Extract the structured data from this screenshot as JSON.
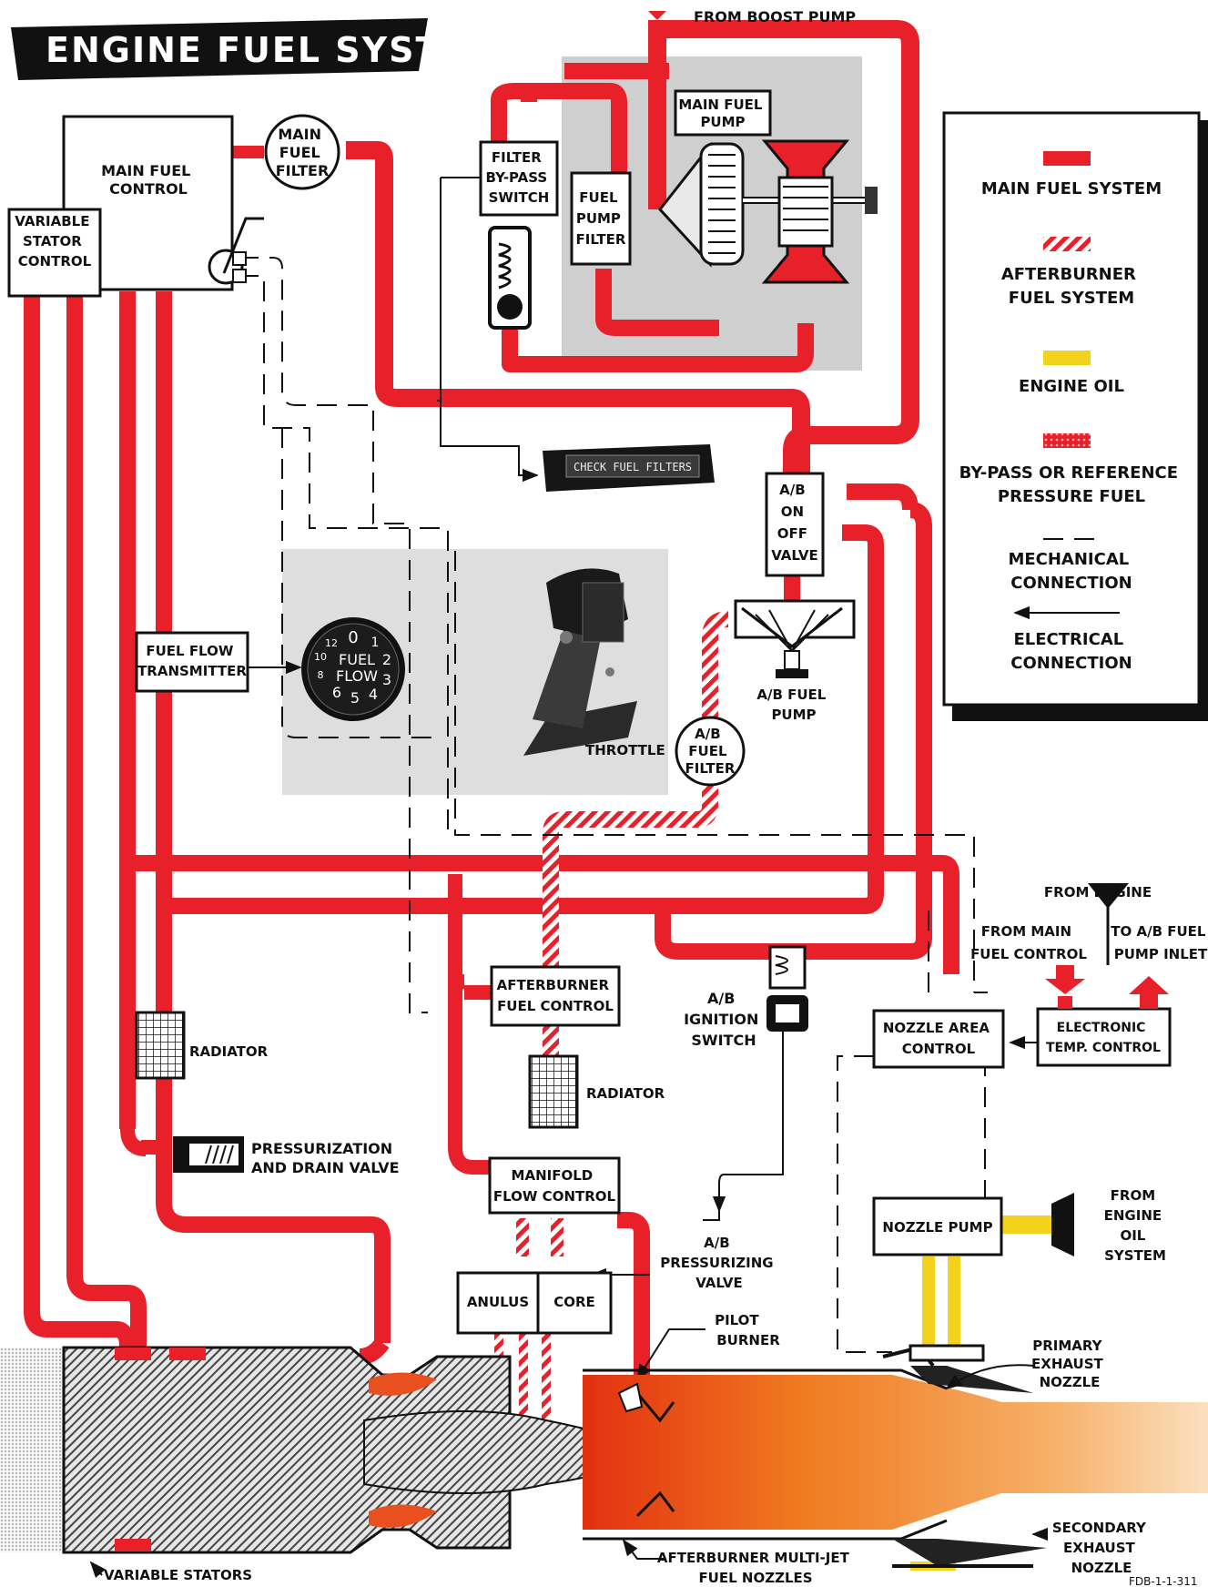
{
  "title": "ENGINE FUEL SYSTEM",
  "figure_id": "FDB-1-1-311",
  "colors": {
    "fuel": "#e8202a",
    "oil": "#f2d21b",
    "panel": "#dcdcdc",
    "ink": "#111111"
  },
  "components": {
    "boost_pump": "FROM BOOST PUMP",
    "main_fuel_pump": [
      "MAIN FUEL",
      "PUMP"
    ],
    "main_fuel_control": [
      "MAIN FUEL",
      "CONTROL"
    ],
    "main_fuel_filter": [
      "MAIN",
      "FUEL",
      "FILTER"
    ],
    "variable_stator_control": [
      "VARIABLE",
      "STATOR",
      "CONTROL"
    ],
    "filter_bypass_switch": [
      "FILTER",
      "BY-PASS",
      "SWITCH"
    ],
    "fuel_pump_filter": [
      "FUEL",
      "PUMP",
      "FILTER"
    ],
    "check_fuel_filters": "CHECK FUEL FILTERS",
    "ab_on_off_valve": [
      "A/B",
      "ON",
      "OFF",
      "VALVE"
    ],
    "ab_fuel_pump": [
      "A/B FUEL",
      "PUMP"
    ],
    "ab_fuel_filter": [
      "A/B",
      "FUEL",
      "FILTER"
    ],
    "fuel_flow_transmitter": [
      "FUEL FLOW",
      "TRANSMITTER"
    ],
    "throttle": "THROTTLE",
    "afterburner_fuel_control": [
      "AFTERBURNER",
      "FUEL CONTROL"
    ],
    "ab_ignition_switch": [
      "A/B",
      "IGNITION",
      "SWITCH"
    ],
    "radiator_left": "RADIATOR",
    "radiator_center": "RADIATOR",
    "pressurization_valve": [
      "PRESSURIZATION",
      "AND DRAIN VALVE"
    ],
    "manifold_flow_control": [
      "MANIFOLD",
      "FLOW CONTROL"
    ],
    "anulus": "ANULUS",
    "core": "CORE",
    "ab_pressurizing_valve": [
      "A/B",
      "PRESSURIZING",
      "VALVE"
    ],
    "pilot_burner": [
      "PILOT",
      "BURNER"
    ],
    "nozzle_area_control": [
      "NOZZLE AREA",
      "CONTROL"
    ],
    "electronic_temp_control": [
      "ELECTRONIC",
      "TEMP. CONTROL"
    ],
    "from_engine": "FROM ENGINE",
    "from_main_fuel_control": [
      "FROM MAIN",
      "FUEL CONTROL"
    ],
    "to_ab_fuel_pump_inlet": [
      "TO A/B FUEL",
      "PUMP INLET"
    ],
    "nozzle_pump": "NOZZLE PUMP",
    "from_engine_oil": [
      "FROM",
      "ENGINE",
      "OIL",
      "SYSTEM"
    ],
    "primary_exhaust_nozzle": [
      "PRIMARY",
      "EXHAUST",
      "NOZZLE"
    ],
    "secondary_exhaust_nozzle": [
      "SECONDARY",
      "EXHAUST",
      "NOZZLE"
    ],
    "variable_stators": "VARIABLE STATORS",
    "ab_multijet_nozzles": [
      "AFTERBURNER MULTI-JET",
      "FUEL NOZZLES"
    ]
  },
  "gauge": {
    "top": "0",
    "label1": "FUEL",
    "label2": "FLOW",
    "numbers": [
      "12",
      "1",
      "2",
      "3",
      "4",
      "5",
      "6",
      "8",
      "10"
    ]
  },
  "legend": [
    {
      "label": [
        "MAIN FUEL SYSTEM"
      ],
      "swatch": "solid-red"
    },
    {
      "label": [
        "AFTERBURNER",
        "FUEL SYSTEM"
      ],
      "swatch": "hatched-red"
    },
    {
      "label": [
        "ENGINE OIL"
      ],
      "swatch": "yellow"
    },
    {
      "label": [
        "BY-PASS OR REFERENCE",
        "PRESSURE FUEL"
      ],
      "swatch": "dotted-red"
    },
    {
      "label": [
        "MECHANICAL",
        "CONNECTION"
      ],
      "swatch": "dashed-line"
    },
    {
      "label": [
        "ELECTRICAL",
        "CONNECTION"
      ],
      "swatch": "arrow-line"
    }
  ]
}
